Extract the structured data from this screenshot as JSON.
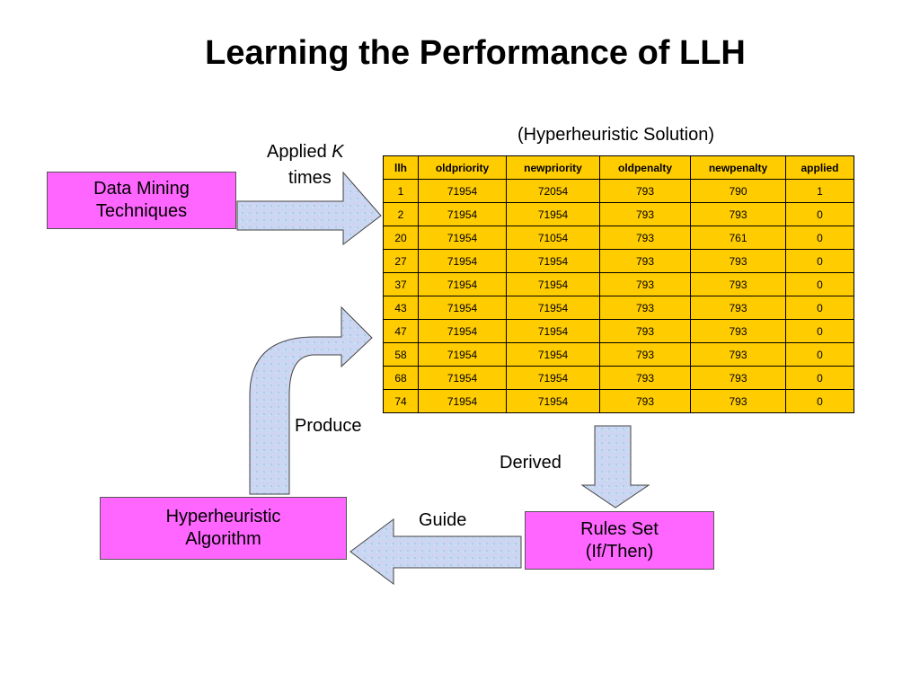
{
  "title": "Learning the Performance of LLH",
  "labels": {
    "solution": "(Hyperheuristic Solution)",
    "applied": "Applied ",
    "k": "K",
    "times": "times",
    "produce": "Produce",
    "derived": "Derived",
    "guide": "Guide"
  },
  "boxes": {
    "data_mining_line1": "Data Mining",
    "data_mining_line2": "Techniques",
    "hyper_line1": "Hyperheuristic",
    "hyper_line2": "Algorithm",
    "rules_line1": "Rules Set",
    "rules_line2": "(If/Then)"
  },
  "colors": {
    "box_fill": "#ff66ff",
    "table_fill": "#ffcc00",
    "arrow_fill": "#c7d7f0"
  },
  "table": {
    "headers": [
      "llh",
      "oldpriority",
      "newpriority",
      "oldpenalty",
      "newpenalty",
      "applied"
    ],
    "rows": [
      [
        "1",
        "71954",
        "72054",
        "793",
        "790",
        "1"
      ],
      [
        "2",
        "71954",
        "71954",
        "793",
        "793",
        "0"
      ],
      [
        "20",
        "71954",
        "71054",
        "793",
        "761",
        "0"
      ],
      [
        "27",
        "71954",
        "71954",
        "793",
        "793",
        "0"
      ],
      [
        "37",
        "71954",
        "71954",
        "793",
        "793",
        "0"
      ],
      [
        "43",
        "71954",
        "71954",
        "793",
        "793",
        "0"
      ],
      [
        "47",
        "71954",
        "71954",
        "793",
        "793",
        "0"
      ],
      [
        "58",
        "71954",
        "71954",
        "793",
        "793",
        "0"
      ],
      [
        "68",
        "71954",
        "71954",
        "793",
        "793",
        "0"
      ],
      [
        "74",
        "71954",
        "71954",
        "793",
        "793",
        "0"
      ]
    ]
  }
}
